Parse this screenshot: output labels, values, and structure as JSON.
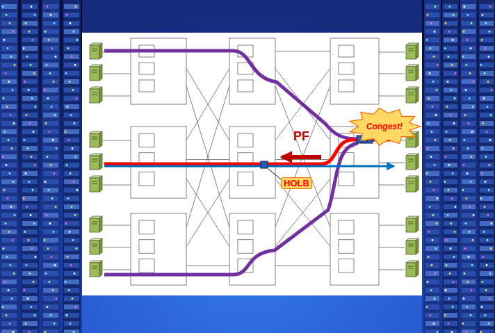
{
  "diagram": {
    "nodes": [
      {
        "text": [
          "Congest!"
        ]
      },
      {
        "text": [
          "HOLB"
        ]
      }
    ],
    "labels": [
      "PF"
    ]
  }
}
